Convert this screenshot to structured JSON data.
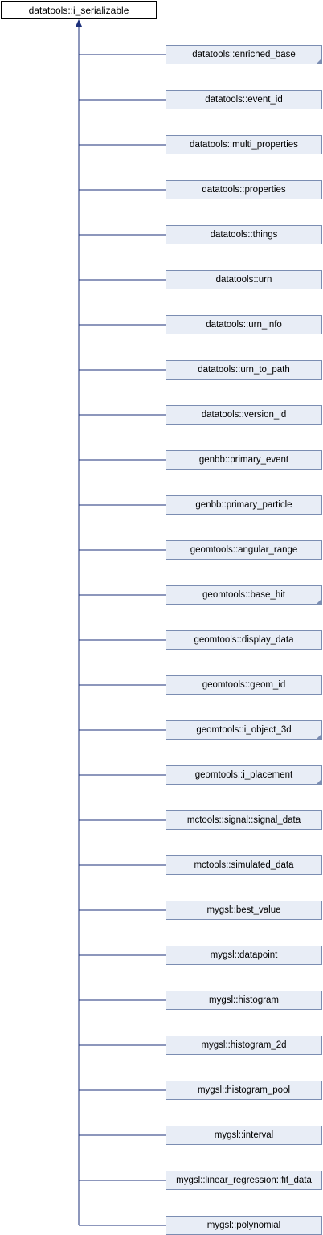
{
  "root": {
    "label": "datatools::i_serializable"
  },
  "children": [
    {
      "label": "datatools::enriched_base",
      "has_more": true
    },
    {
      "label": "datatools::event_id",
      "has_more": false
    },
    {
      "label": "datatools::multi_properties",
      "has_more": false
    },
    {
      "label": "datatools::properties",
      "has_more": false
    },
    {
      "label": "datatools::things",
      "has_more": false
    },
    {
      "label": "datatools::urn",
      "has_more": false
    },
    {
      "label": "datatools::urn_info",
      "has_more": false
    },
    {
      "label": "datatools::urn_to_path",
      "has_more": false
    },
    {
      "label": "datatools::version_id",
      "has_more": false
    },
    {
      "label": "genbb::primary_event",
      "has_more": false
    },
    {
      "label": "genbb::primary_particle",
      "has_more": false
    },
    {
      "label": "geomtools::angular_range",
      "has_more": false
    },
    {
      "label": "geomtools::base_hit",
      "has_more": true
    },
    {
      "label": "geomtools::display_data",
      "has_more": false
    },
    {
      "label": "geomtools::geom_id",
      "has_more": false
    },
    {
      "label": "geomtools::i_object_3d",
      "has_more": true
    },
    {
      "label": "geomtools::i_placement",
      "has_more": true
    },
    {
      "label": "mctools::signal::signal_data",
      "has_more": false
    },
    {
      "label": "mctools::simulated_data",
      "has_more": false
    },
    {
      "label": "mygsl::best_value",
      "has_more": false
    },
    {
      "label": "mygsl::datapoint",
      "has_more": false
    },
    {
      "label": "mygsl::histogram",
      "has_more": false
    },
    {
      "label": "mygsl::histogram_2d",
      "has_more": false
    },
    {
      "label": "mygsl::histogram_pool",
      "has_more": false
    },
    {
      "label": "mygsl::interval",
      "has_more": false
    },
    {
      "label": "mygsl::linear_regression::fit_data",
      "has_more": false
    },
    {
      "label": "mygsl::polynomial",
      "has_more": false
    }
  ],
  "colors": {
    "node_fill": "#e8edf6",
    "node_border": "#7b8db2",
    "edge": "#1b2f7a",
    "root_border": "#000000"
  }
}
